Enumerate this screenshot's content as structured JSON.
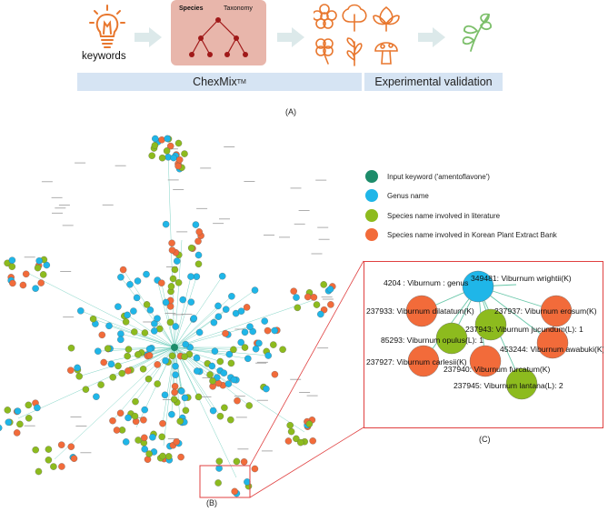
{
  "panel_a": {
    "keywords_label": "keywords",
    "taxonomy_box": {
      "species_label": "Species",
      "taxonomy_label": "Taxonomy"
    },
    "chexmix_bar": "ChexMix",
    "chexmix_tm": "TM",
    "validation_bar": "Experimental validation",
    "label": "(A)"
  },
  "legend": {
    "items": [
      {
        "label": "Input keyword ('amentoflavone')",
        "color": "#1d8c6a"
      },
      {
        "label": "Genus name",
        "color": "#1fb6e8"
      },
      {
        "label": "Species name involved in literature",
        "color": "#8dbb1e"
      },
      {
        "label": "Species name involved in Korean Plant Extract Bank",
        "color": "#f26b3a"
      }
    ]
  },
  "zoom": {
    "label": "(C)",
    "nodes": [
      {
        "id": "genus",
        "text": "4204 : Viburnum : genus"
      },
      {
        "id": "n349481",
        "text": "349481: Viburnum wrightii(K)"
      },
      {
        "id": "n237933",
        "text": "237933: Viburnum dilatatum(K)"
      },
      {
        "id": "n237937",
        "text": "237937: Viburnum erosum(K)"
      },
      {
        "id": "n237943",
        "text": "237943: Viburnum jucundum(L): 1"
      },
      {
        "id": "n85293",
        "text": "85293: Viburnum opulus(L): 1"
      },
      {
        "id": "n453244",
        "text": "453244: Viburnum awabuki(K)"
      },
      {
        "id": "n237927",
        "text": "237927: Viburnum carlesii(K)"
      },
      {
        "id": "n237940",
        "text": "237940: Viburnum furcatum(K)"
      },
      {
        "id": "n237945",
        "text": "237945: Viburnum lantana(L): 2"
      }
    ]
  },
  "panel_b_label": "(B)",
  "colors": {
    "genus": "#1fb6e8",
    "literature": "#8dbb1e",
    "kpeb": "#f26b3a",
    "keyword": "#1d8c6a",
    "edge": "#7fd3c4",
    "accent": "#e85d1a",
    "zoom_border": "#e04040"
  }
}
